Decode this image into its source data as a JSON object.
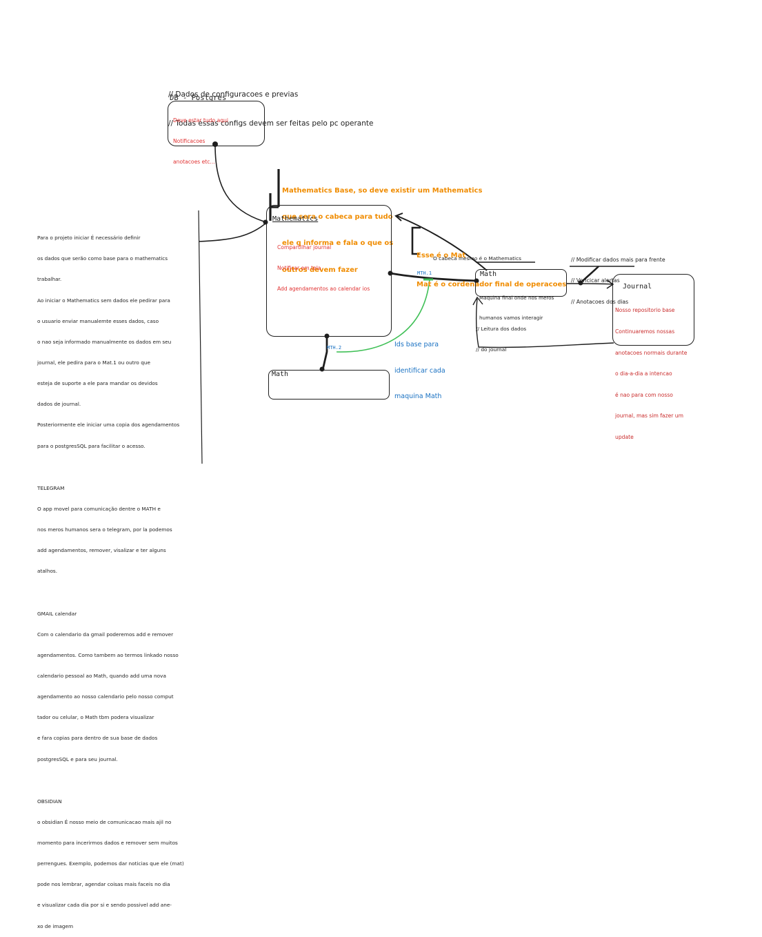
{
  "header": {
    "line1": "// Dados de configuracoes e previas",
    "line2": "// Todas essas configs devem ser feitas pelo pc operante"
  },
  "db": {
    "title": "DB - Postgres",
    "notes": [
      "Deve estar tudo aqui",
      "Notificacoes",
      "anotacoes etc..."
    ]
  },
  "mathematics": {
    "title": "Mathematics",
    "notes": [
      "Compartilhar journal",
      "Notificar em tela",
      "Add agendamentos ao calendar ios"
    ],
    "annotation": [
      "Mathematics Base, so deve existir um Mathematics",
      "que sera o cabeca para tudo",
      "ele q informa e fala o que os",
      "outros devem fazer"
    ]
  },
  "math_right": {
    "title": "Math",
    "desc": [
      "Maquina final onde nos meros",
      "humanos vamos interagir"
    ],
    "annotation": [
      "Esse é o Mat",
      "Mat é o cordenador final de operacoes"
    ],
    "caption": "O cabeca mesmo é o Mathematics",
    "read_note": [
      "// Leitura dos dados",
      "// do journal"
    ]
  },
  "math_bottom": {
    "title": "Math"
  },
  "journal": {
    "title": "Journal",
    "notes": [
      "Nosso repositorio base",
      "Continuaremos nossas",
      "anotacoes normais durante",
      "o dia-a-dia a intencao",
      "é nao para com nosso",
      "journal, mas sim fazer um",
      "update"
    ],
    "comments": [
      "// Modificar dados mais para frente",
      "// Vericicar alertas",
      "// Anotacoes dos dias"
    ]
  },
  "ids": {
    "mth1": "MTH.1",
    "mth2": "MTH.2",
    "caption": [
      "Ids base para",
      "identificar cada",
      "maquina Math"
    ]
  },
  "sidebar": {
    "intro": [
      "Para o projeto iniciar É necessário definir",
      "os dados que serão como base para o mathematics",
      "trabalhar.",
      "Ao iniciar o Mathematics sem dados ele pedirar para",
      "o usuario enviar manualemte esses dados, caso",
      "o nao seja informado manualmente os dados em seu",
      "journal, ele pedira para o Mat.1 ou outro que",
      "esteja de suporte a ele para mandar os devidos",
      "dados de journal.",
      "Posteriormente ele iniciar uma copia dos agendamentos",
      "para o postgresSQL para facilitar o acesso."
    ],
    "telegram_title": "TELEGRAM",
    "telegram": [
      "O app movel para comunicação dentre o MATH e",
      "nos meros humanos sera o telegram, por la podemos",
      "add agendamentos, remover, visalizar e ter alguns",
      "atalhos."
    ],
    "gmail_title": "GMAIL calendar",
    "gmail": [
      "Com o calendario da gmail poderemos add e remover",
      "agendamentos. Como tambem ao termos linkado nosso",
      "calendario pessoal ao Math, quando add uma nova",
      "agendamento ao nosso calendario pelo nosso comput",
      "tador ou celular, o Math tbm podera visualizar",
      "e fara copias para dentro de sua base de dados",
      "postgresSQL e para seu journal."
    ],
    "obsidian_title": "OBSIDIAN",
    "obsidian": [
      "o obsidian É nosso meio de comunicacao mais ajil no",
      "momento para incerirmos dados e remover sem muitos",
      "perrengues. Exemplo, podemos dar noticias que ele (mat)",
      "pode nos lembrar, agendar coisas mais faceis no dia",
      "e visualizar cada dia por si e sendo possivel add ane-",
      "xo de imagem"
    ]
  },
  "colors": {
    "ink": "#1e1e1e",
    "red": "#e03131",
    "orange": "#f08c00",
    "blue": "#1971c2",
    "green": "#40c057"
  }
}
